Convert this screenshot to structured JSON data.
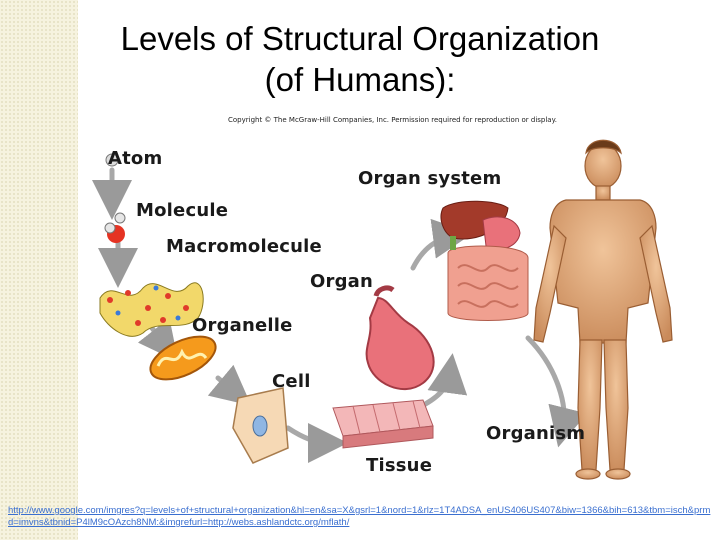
{
  "slide": {
    "title_line1": "Levels of Structural Organization",
    "title_line2": "(of Humans):",
    "source_url": "http://www.google.com/imgres?q=levels+of+structural+organization&hl=en&sa=X&gsrl=1&nord=1&rlz=1T4ADSA_enUS406US407&biw=1366&bih=613&tbm=isch&prmd=imvns&tbnid=P4lM9cOAzch8NM:&imgrefurl=http://webs.ashlandctc.org/mflath/"
  },
  "figure": {
    "copyright": "Copyright © The McGraw-Hill Companies, Inc. Permission required for reproduction or display.",
    "labels": {
      "atom": "Atom",
      "molecule": "Molecule",
      "macromolecule": "Macromolecule",
      "organelle": "Organelle",
      "cell": "Cell",
      "tissue": "Tissue",
      "organ": "Organ",
      "organ_system": "Organ system",
      "organism": "Organism"
    }
  }
}
